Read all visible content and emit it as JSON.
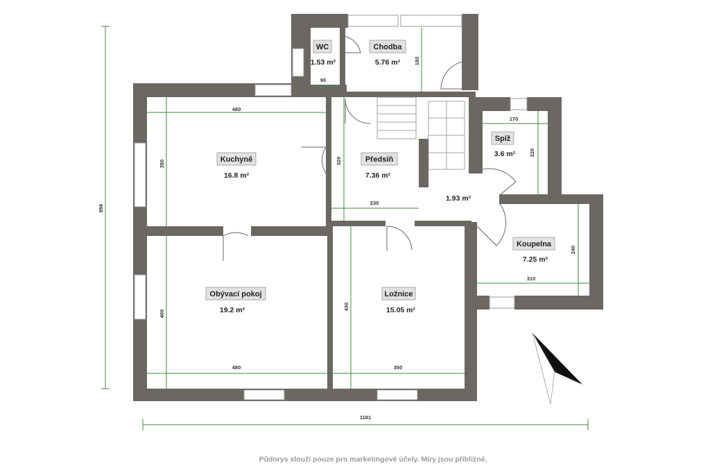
{
  "rooms": [
    {
      "key": "wc",
      "name": "WC",
      "area": "1.53 m²"
    },
    {
      "key": "chodba",
      "name": "Chodba",
      "area": "5.76 m²"
    },
    {
      "key": "kuchyne",
      "name": "Kuchyně",
      "area": "16.8 m²"
    },
    {
      "key": "predsin",
      "name": "Předsíň",
      "area": "7.36 m²"
    },
    {
      "key": "spiz",
      "name": "Spíž",
      "area": "3.6 m²"
    },
    {
      "key": "hall",
      "name": "",
      "area": "1.93 m²"
    },
    {
      "key": "koupelna",
      "name": "Koupelna",
      "area": "7.25 m²"
    },
    {
      "key": "obyvaci",
      "name": "Obývací pokoj",
      "area": "19.2 m²"
    },
    {
      "key": "loznice",
      "name": "Ložnice",
      "area": "15.05 m²"
    }
  ],
  "dimensions": {
    "total_height": "956",
    "total_width": "1181",
    "kuchyne_width": "480",
    "kuchyne_height": "350",
    "obyvaci_width": "480",
    "obyvaci_height": "400",
    "loznice_width": "350",
    "loznice_height": "430",
    "predsin_width": "230",
    "predsin_height": "320",
    "wc_width": "90",
    "chodba_height": "180",
    "spiz_width": "170",
    "spiz_height": "220",
    "koupelna_width": "310",
    "koupelna_height": "240"
  },
  "footer_note": "Půdorys slouží pouze pro marketingové účely. Míry jsou přibližné.",
  "colors": {
    "wall": "#6b6762",
    "dimension": "#3d8a3d",
    "label_box": "#e2e2e2"
  }
}
